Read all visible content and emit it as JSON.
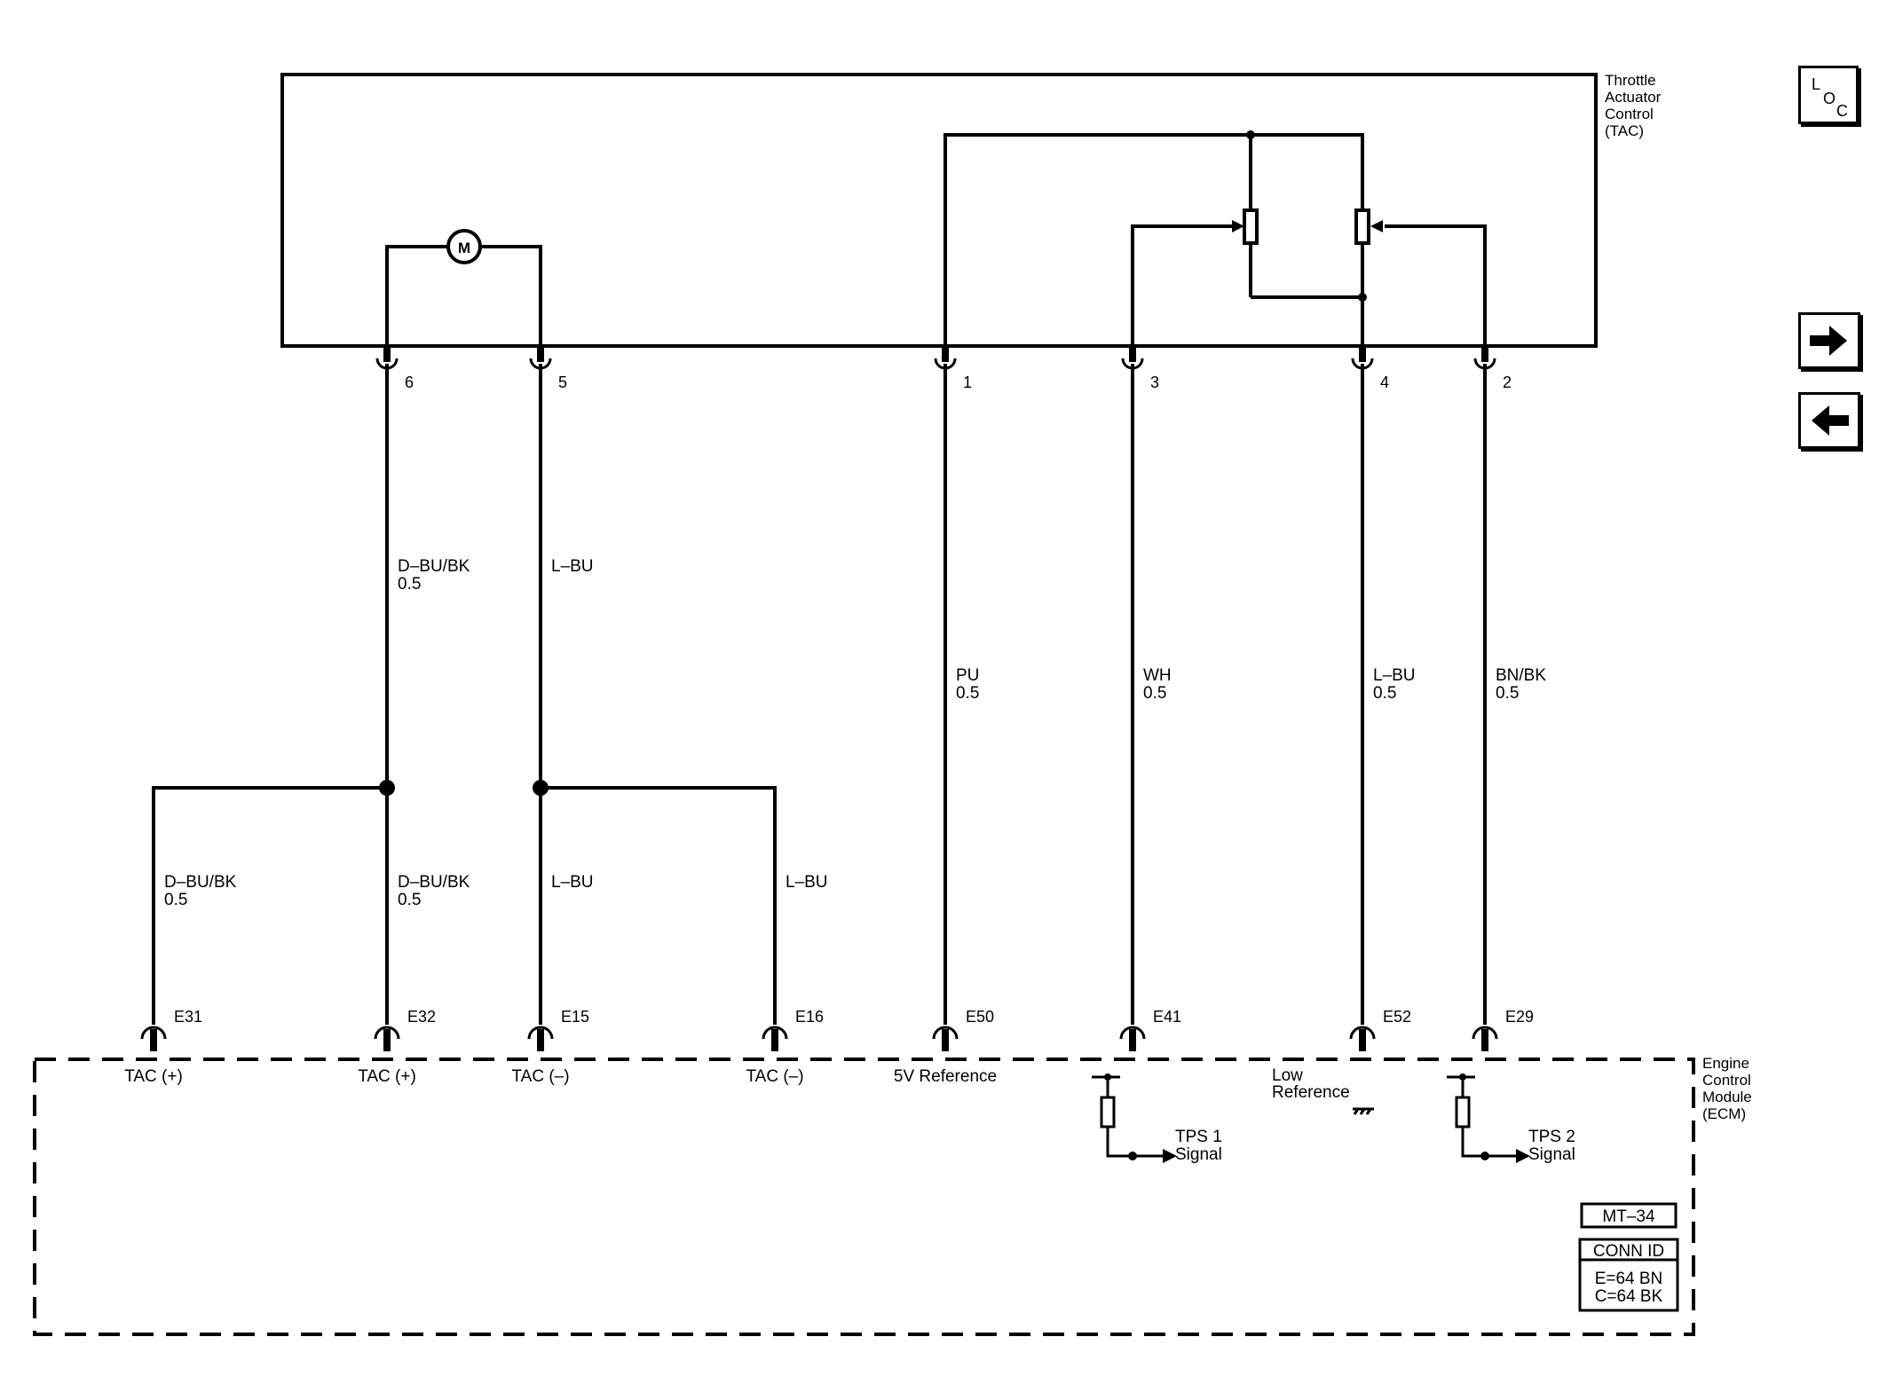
{
  "nav": {
    "loc_icon": "loc-icon",
    "loc_letters": [
      "L",
      "O",
      "C"
    ],
    "next_icon": "arrow-right-icon",
    "prev_icon": "arrow-left-icon"
  },
  "tac": {
    "name_lines": [
      "Throttle",
      "Actuator",
      "Control",
      "(TAC)"
    ],
    "motor": "M"
  },
  "ecm": {
    "name_lines": [
      "Engine",
      "Control",
      "Module",
      "(ECM)"
    ]
  },
  "tac_pins": [
    "6",
    "5",
    "1",
    "3",
    "4",
    "2"
  ],
  "wires": {
    "pin6": {
      "color": "D–BU/BK",
      "size": "0.5"
    },
    "pin5": {
      "color": "L–BU"
    },
    "pin1": {
      "color": "PU",
      "size": "0.5"
    },
    "pin3": {
      "color": "WH",
      "size": "0.5"
    },
    "pin4": {
      "color": "L–BU",
      "size": "0.5"
    },
    "pin2": {
      "color": "BN/BK",
      "size": "0.5"
    },
    "e31": {
      "color": "D–BU/BK",
      "size": "0.5"
    },
    "e32": {
      "color": "D–BU/BK",
      "size": "0.5"
    },
    "e15": {
      "color": "L–BU"
    },
    "e16": {
      "color": "L–BU"
    }
  },
  "ecm_pins": [
    "E31",
    "E32",
    "E15",
    "E16",
    "E50",
    "E41",
    "E52",
    "E29"
  ],
  "ecm_circuits": {
    "e31": "TAC (+)",
    "e32": "TAC (+)",
    "e15": "TAC (–)",
    "e16": "TAC (–)",
    "e50": "5V Reference",
    "e52": [
      "Low",
      "Reference"
    ],
    "tps1": [
      "TPS 1",
      "Signal"
    ],
    "tps2": [
      "TPS 2",
      "Signal"
    ]
  },
  "diagram_id": "MT–34",
  "conn_id": {
    "title": "CONN ID",
    "lines": [
      "E=64 BN",
      "C=64 BK"
    ]
  }
}
